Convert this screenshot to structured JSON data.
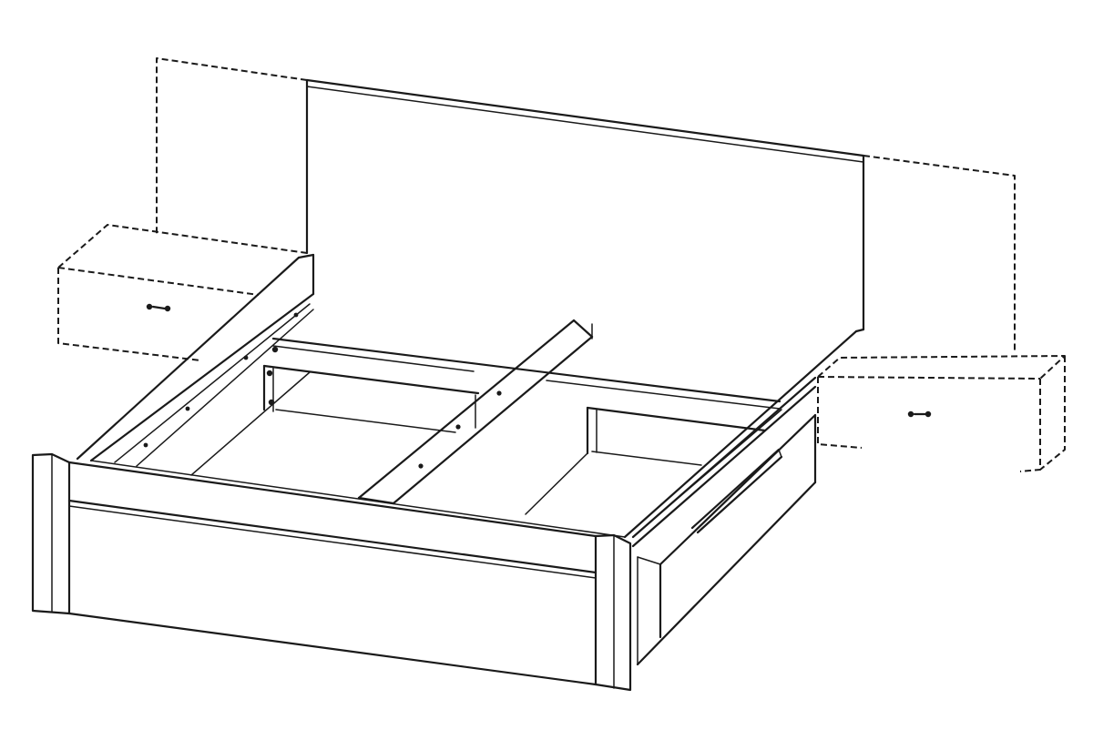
{
  "diagram": {
    "subject": "bed-frame-with-drawers-and-optional-floating-nightstands",
    "style": "technical-line-drawing",
    "line_color": "#1a1a1a",
    "background_color": "#ffffff",
    "dashed_components": [
      "headboard-side-extension-left",
      "headboard-side-extension-right",
      "nightstand-left",
      "nightstand-right"
    ],
    "solid_components": [
      "headboard-center-panel",
      "footboard",
      "side-rail-left",
      "side-rail-right",
      "center-beam",
      "storage-drawer-left",
      "storage-drawer-right",
      "side-drawer"
    ]
  }
}
